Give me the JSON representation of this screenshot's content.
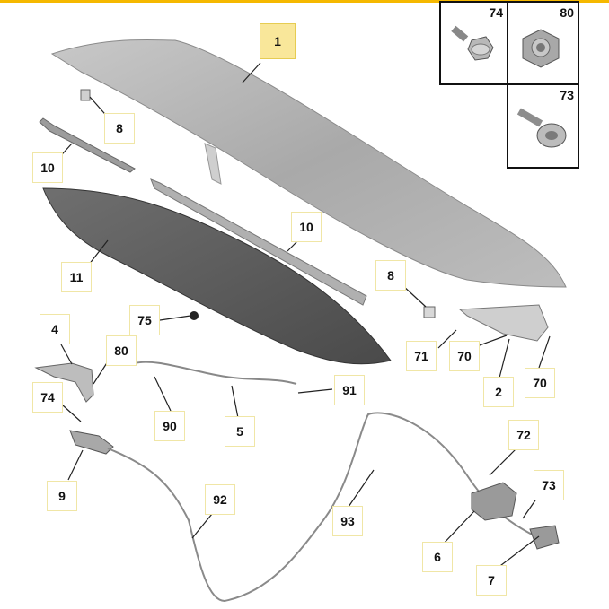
{
  "diagram": {
    "callouts": {
      "c1": "1",
      "c8a": "8",
      "c10a": "10",
      "c10b": "10",
      "c11": "11",
      "c8b": "8",
      "c75": "75",
      "c4": "4",
      "c80": "80",
      "c74": "74",
      "c90": "90",
      "c5": "5",
      "c91": "91",
      "c71": "71",
      "c70a": "70",
      "c70b": "70",
      "c2": "2",
      "c9": "9",
      "c92": "92",
      "c93": "93",
      "c72": "72",
      "c73": "73",
      "c6": "6",
      "c7": "7"
    },
    "hardware": {
      "b74": "74",
      "b80": "80",
      "b73": "73"
    }
  }
}
